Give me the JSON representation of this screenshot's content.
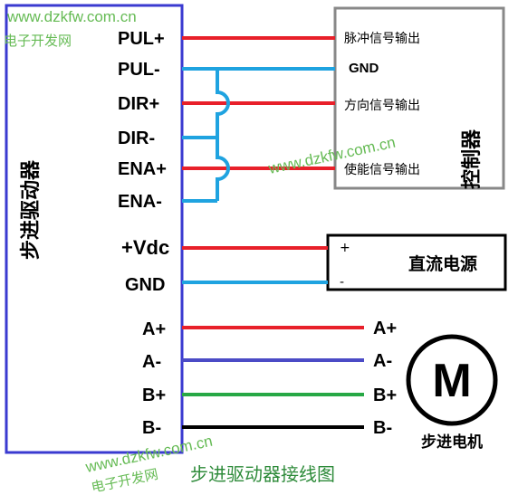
{
  "colors": {
    "red": "#e8202a",
    "blue": "#1fa3e0",
    "purple": "#4b4bc6",
    "green": "#27a845",
    "black": "#000000",
    "driver_border": "#3a3ad0",
    "controller_border": "#888888",
    "watermark": "#66bb55"
  },
  "watermarks": {
    "top_url": "www.dzkfw.com.cn",
    "top_cn": "电子开发网",
    "middle_url": "www.dzkfw.com.cn",
    "bottom_url": "www.dzkfw.com.cn",
    "bottom_cn": "电子开发网"
  },
  "driver": {
    "label": "步进驱动器",
    "pins": [
      "PUL+",
      "PUL-",
      "DIR+",
      "DIR-",
      "ENA+",
      "ENA-",
      "+Vdc",
      "GND",
      "A+",
      "A-",
      "B+",
      "B-"
    ]
  },
  "controller": {
    "label": "控制器",
    "outputs": [
      "脉冲信号输出",
      "GND",
      "方向信号输出",
      "使能信号输出"
    ]
  },
  "power_supply": {
    "label": "直流电源",
    "plus": "+",
    "minus": "-"
  },
  "motor": {
    "letter": "M",
    "label": "步进电机",
    "terminals": [
      "A+",
      "A-",
      "B+",
      "B-"
    ]
  },
  "title": "步进驱动器接线图"
}
